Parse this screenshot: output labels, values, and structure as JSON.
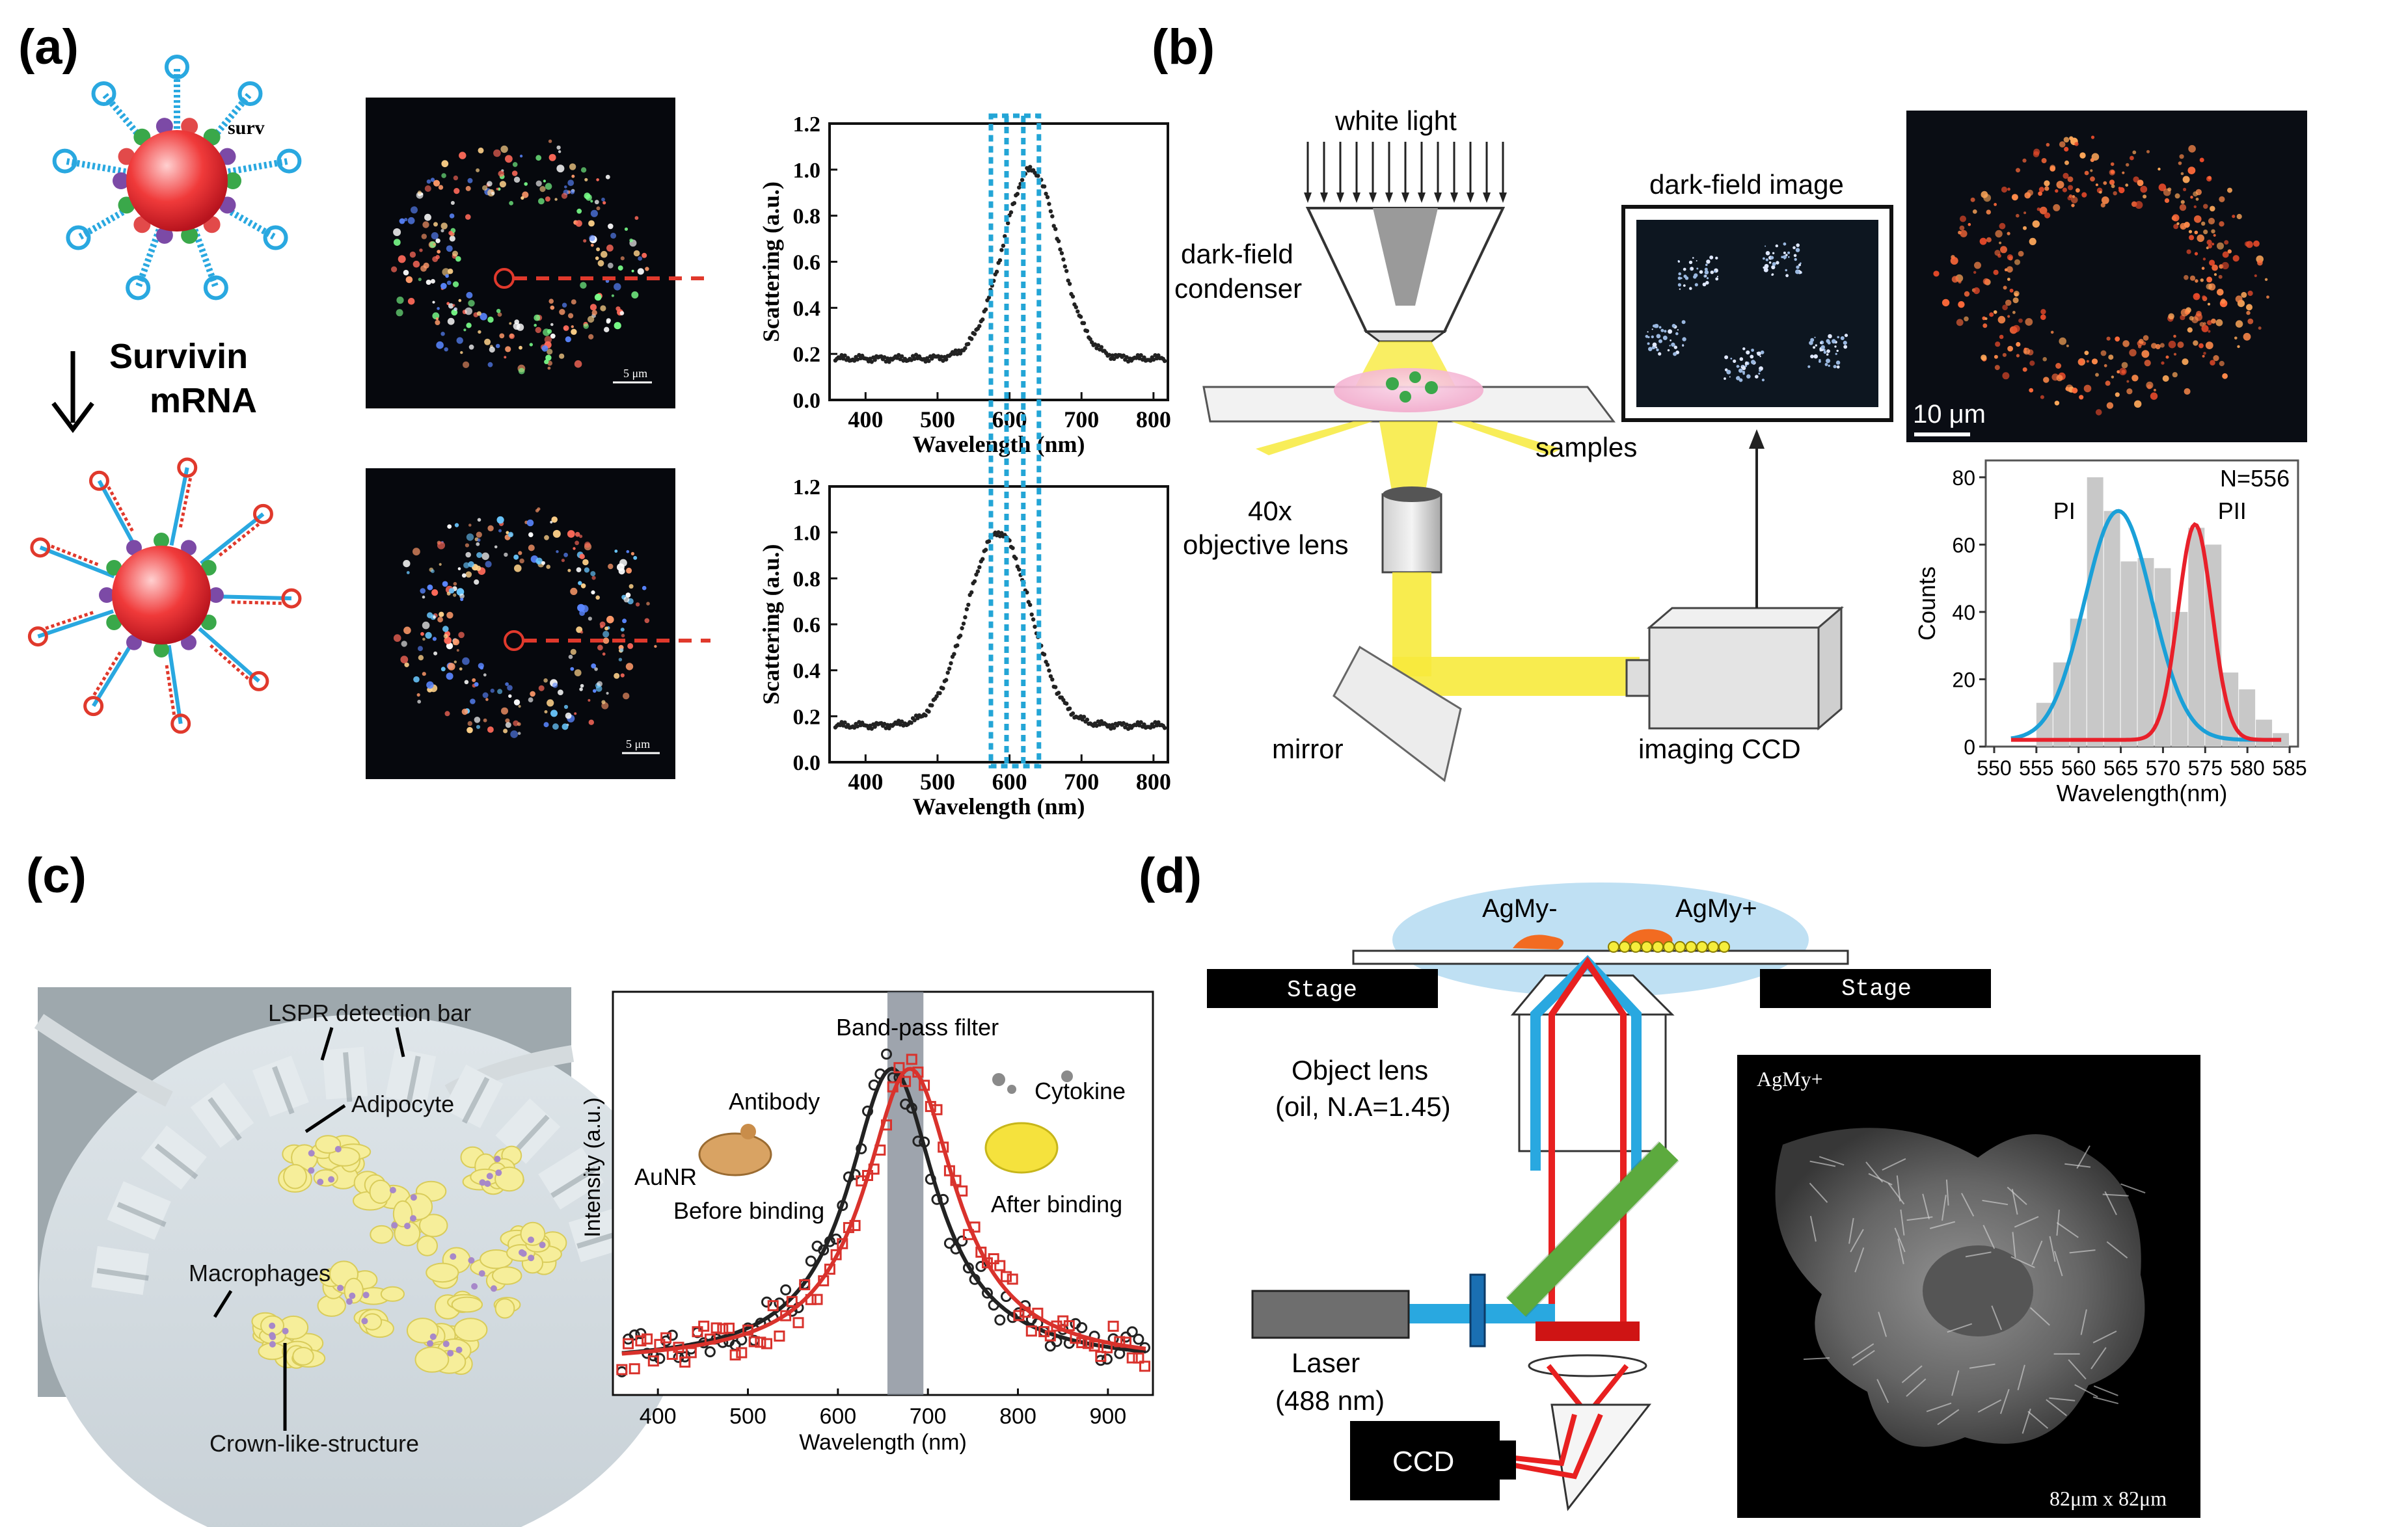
{
  "panels": {
    "a": {
      "label": "(a)",
      "probe_text": "surv",
      "reaction_label": [
        "Survivin",
        "mRNA"
      ],
      "micro_scalebar": "5 μm",
      "plot_ylabel": "Scattering (a.u.)",
      "plot_xlabel": "Wavelength (nm)"
    },
    "b": {
      "label": "(b)",
      "white_light": "white light",
      "condenser": [
        "dark-field",
        "condenser"
      ],
      "samples": "samples",
      "objective": [
        "40x",
        "objective lens"
      ],
      "mirror": "mirror",
      "ccd": "imaging CCD",
      "df_image_title": "dark-field image",
      "micro_scalebar": "10 μm",
      "hist_ylabel": "Counts",
      "hist_xlabel": "Wavelength(nm)",
      "hist_n": "N=556",
      "peak1": "PI",
      "peak2": "PII"
    },
    "c": {
      "label": "(c)",
      "lspr": "LSPR detection bar",
      "adipocyte": "Adipocyte",
      "macrophages": "Macrophages",
      "crown": "Crown-like-structure",
      "bandpass": "Band-pass filter",
      "antibody": "Antibody",
      "aunr": "AuNR",
      "before": "Before binding",
      "cytokine": "Cytokine",
      "after": "After binding",
      "plot_ylabel": "Intensity (a.u.)",
      "plot_xlabel": "Wavelength (nm)"
    },
    "d": {
      "label": "(d)",
      "agmy_minus": "AgMy-",
      "agmy_plus": "AgMy+",
      "stage_left": "Stage",
      "stage_right": "Stage",
      "object_lens": [
        "Object lens",
        "(oil, N.A=1.45)"
      ],
      "laser": [
        "Laser",
        "(488 nm)"
      ],
      "ccd": "CCD",
      "micro_title": "AgMy+",
      "micro_scale": "82μm x 82μm"
    }
  },
  "chart_data": [
    {
      "id": "a-top",
      "type": "line",
      "xlabel": "Wavelength (nm)",
      "ylabel": "Scattering (a.u.)",
      "xlim": [
        350,
        820
      ],
      "ylim": [
        0.0,
        1.2
      ],
      "xticks": [
        400,
        500,
        600,
        700,
        800
      ],
      "yticks": [
        0.0,
        0.2,
        0.4,
        0.6,
        0.8,
        1.0,
        1.2
      ],
      "peak": 630,
      "width": 55,
      "baseline": 0.18,
      "highlight_band": [
        585,
        630
      ],
      "x": [
        360,
        400,
        450,
        500,
        540,
        570,
        590,
        610,
        630,
        650,
        670,
        690,
        710,
        740,
        770,
        800,
        815
      ],
      "y": [
        0.18,
        0.18,
        0.19,
        0.2,
        0.28,
        0.45,
        0.65,
        0.88,
        1.0,
        0.95,
        0.78,
        0.52,
        0.32,
        0.2,
        0.19,
        0.19,
        0.19
      ]
    },
    {
      "id": "a-bottom",
      "type": "line",
      "xlabel": "Wavelength (nm)",
      "ylabel": "Scattering (a.u.)",
      "xlim": [
        350,
        820
      ],
      "ylim": [
        0.0,
        1.2
      ],
      "xticks": [
        400,
        500,
        600,
        700,
        800
      ],
      "yticks": [
        0.0,
        0.2,
        0.4,
        0.6,
        0.8,
        1.0,
        1.2
      ],
      "peak": 585,
      "width": 62,
      "baseline": 0.16,
      "highlight_band": [
        585,
        630
      ],
      "x": [
        360,
        400,
        450,
        500,
        530,
        560,
        585,
        610,
        640,
        670,
        700,
        730,
        760,
        790,
        815
      ],
      "y": [
        0.16,
        0.17,
        0.19,
        0.25,
        0.42,
        0.72,
        1.0,
        0.88,
        0.6,
        0.36,
        0.22,
        0.17,
        0.16,
        0.16,
        0.18
      ]
    },
    {
      "id": "b-hist",
      "type": "bar",
      "xlabel": "Wavelength(nm)",
      "ylabel": "Counts",
      "xlim": [
        549,
        586
      ],
      "ylim": [
        0,
        85
      ],
      "xticks": [
        550,
        555,
        560,
        565,
        570,
        575,
        580,
        585
      ],
      "yticks": [
        0,
        20,
        40,
        60,
        80
      ],
      "bin_width": 2,
      "bins": [
        556,
        558,
        560,
        562,
        564,
        566,
        568,
        570,
        572,
        574,
        576,
        578,
        580,
        582,
        584
      ],
      "values": [
        13,
        25,
        38,
        80,
        70,
        55,
        56,
        53,
        40,
        65,
        60,
        22,
        17,
        8,
        4
      ],
      "series": [
        {
          "name": "PI",
          "mean": 564.7,
          "sigma": 4.0,
          "amp": 68,
          "color": "#1aa0d8"
        },
        {
          "name": "PII",
          "mean": 573.8,
          "sigma": 2.0,
          "amp": 64,
          "color": "#e8202a"
        }
      ],
      "annotation": "N=556"
    },
    {
      "id": "c-spectrum",
      "type": "scatter",
      "xlabel": "Wavelength (nm)",
      "ylabel": "Intensity (a.u.)",
      "xlim": [
        350,
        950
      ],
      "xticks": [
        400,
        500,
        600,
        700,
        800,
        900
      ],
      "band": [
        655,
        695
      ],
      "series": [
        {
          "name": "Before binding",
          "peak": 660,
          "width": 60,
          "marker": "circle",
          "color": "#222222"
        },
        {
          "name": "After binding",
          "peak": 680,
          "width": 62,
          "marker": "square",
          "color": "#d9322c"
        }
      ]
    }
  ],
  "colors": {
    "blue_box": "#23a5d6",
    "red_dash": "#e0392c",
    "pi_curve": "#1aa0d8",
    "pii_curve": "#e8202a",
    "hist_bar": "#c8c8c8",
    "band": "#7d8591",
    "beam_yellow": "#f7ea3c",
    "beam_blue": "#29a8e0",
    "beam_red": "#e82020"
  }
}
